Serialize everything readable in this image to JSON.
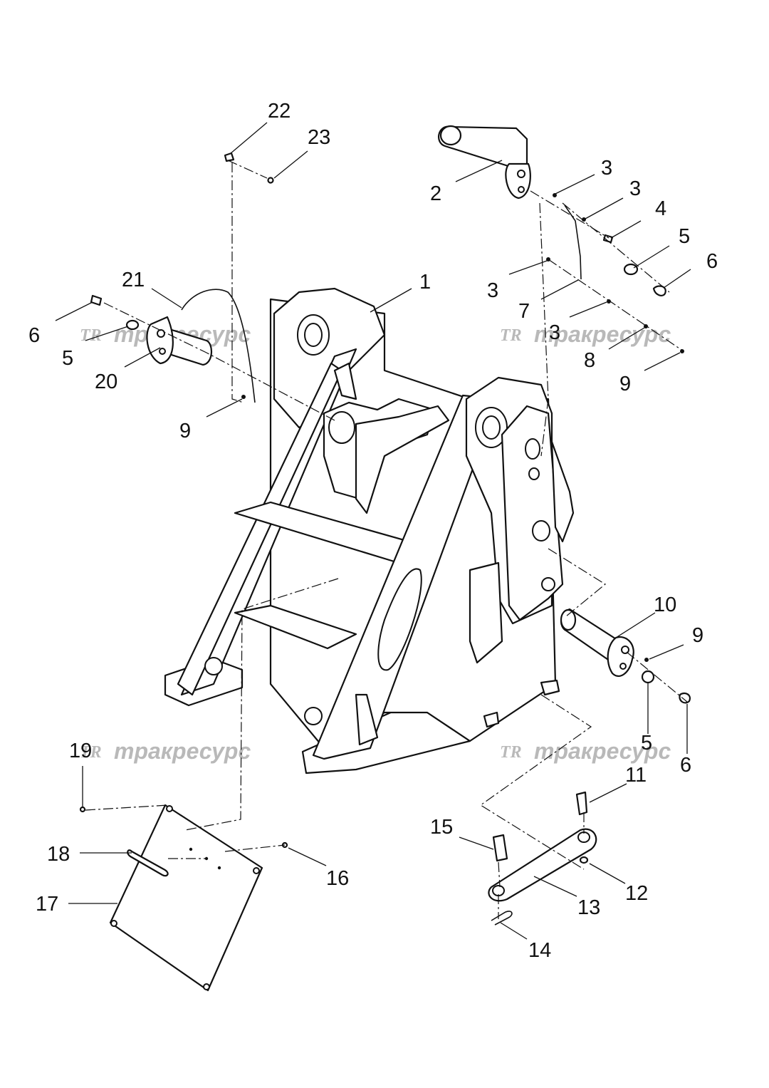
{
  "watermark": {
    "logo": "TR",
    "text": "тракресурс"
  },
  "callouts": {
    "c1": "1",
    "c2": "2",
    "c3a": "3",
    "c3b": "3",
    "c3c": "3",
    "c3d": "3",
    "c4": "4",
    "c5a": "5",
    "c5b": "5",
    "c5c": "5",
    "c6a": "6",
    "c6b": "6",
    "c6c": "6",
    "c7": "7",
    "c8": "8",
    "c9a": "9",
    "c9b": "9",
    "c9c": "9",
    "c10": "10",
    "c11": "11",
    "c12": "12",
    "c13": "13",
    "c14": "14",
    "c15": "15",
    "c16": "16",
    "c17": "17",
    "c18": "18",
    "c19": "19",
    "c20": "20",
    "c21": "21",
    "c22": "22",
    "c23": "23"
  }
}
